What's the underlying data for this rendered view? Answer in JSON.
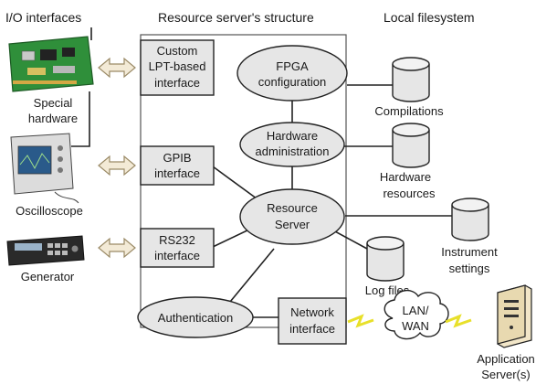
{
  "headers": {
    "io": "I/O interfaces",
    "structure": "Resource server's structure",
    "filesystem": "Local filesystem"
  },
  "devices": {
    "special_hw": [
      "Special",
      "hardware"
    ],
    "oscilloscope": "Oscilloscope",
    "generator": "Generator"
  },
  "interfaces": {
    "lpt": [
      "Custom",
      "LPT-based",
      "interface"
    ],
    "gpib": [
      "GPIB",
      "interface"
    ],
    "rs232": [
      "RS232",
      "interface"
    ],
    "network": [
      "Network",
      "interface"
    ]
  },
  "modules": {
    "fpga": [
      "FPGA",
      "configuration"
    ],
    "hw_admin": [
      "Hardware",
      "administration"
    ],
    "resource_server": [
      "Resource",
      "Server"
    ],
    "auth": "Authentication"
  },
  "storage": {
    "compilations": "Compilations",
    "hw_resources": [
      "Hardware",
      "resources"
    ],
    "instrument": [
      "Instrument",
      "settings"
    ],
    "log": "Log files"
  },
  "network": {
    "lanwan": [
      "LAN/",
      "WAN"
    ],
    "app_server": [
      "Application",
      "Server(s)"
    ]
  },
  "colors": {
    "shape_fill": "#e6e6e6",
    "arrow_fill": "#f3ead6",
    "arrow_stroke": "#9a8a66",
    "bolt": "#e8e02a",
    "pcb_green": "#2f8f3a"
  }
}
